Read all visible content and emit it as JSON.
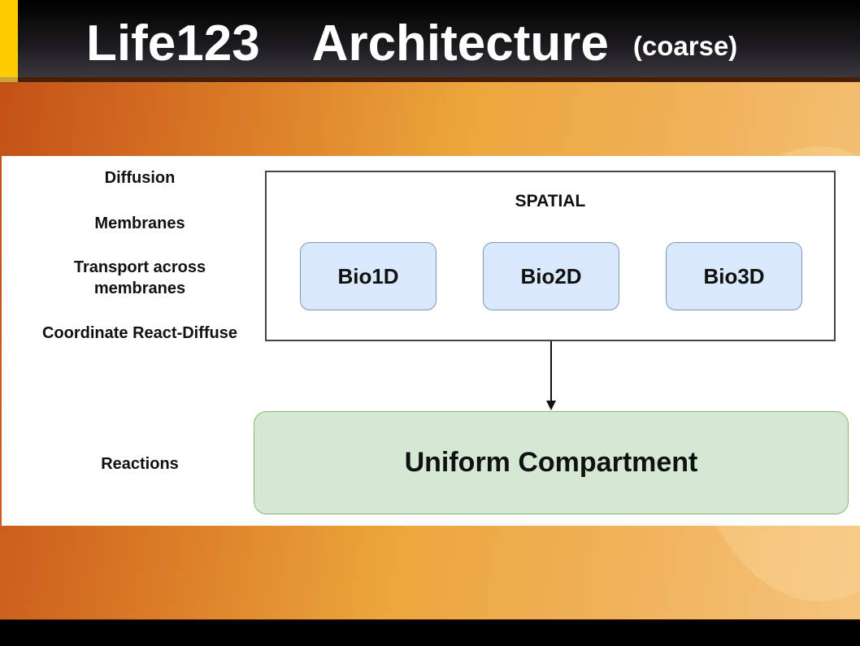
{
  "slide": {
    "title": "Life123",
    "title_part2": "Architecture",
    "subtitle": "(coarse)",
    "colors": {
      "header": "#000000",
      "accent_tab": "#ffcc00",
      "background_start": "#c24e16",
      "background_end": "#f5c47d"
    }
  },
  "diagram": {
    "left_labels": [
      {
        "text": "Diffusion"
      },
      {
        "text": "Membranes"
      },
      {
        "text": "Transport across membranes"
      },
      {
        "text": "Coordinate React-Diffuse"
      },
      {
        "text": "Reactions"
      }
    ],
    "spatial": {
      "title": "SPATIAL",
      "modules": [
        {
          "label": "Bio1D"
        },
        {
          "label": "Bio2D"
        },
        {
          "label": "Bio3D"
        }
      ],
      "module_fill": "#dae8fc",
      "module_stroke": "#7d97c0"
    },
    "connector": "arrow from SPATIAL to Uniform Compartment",
    "uniform": {
      "label": "Uniform Compartment",
      "fill": "#d5e8d4",
      "stroke": "#86b870"
    }
  }
}
